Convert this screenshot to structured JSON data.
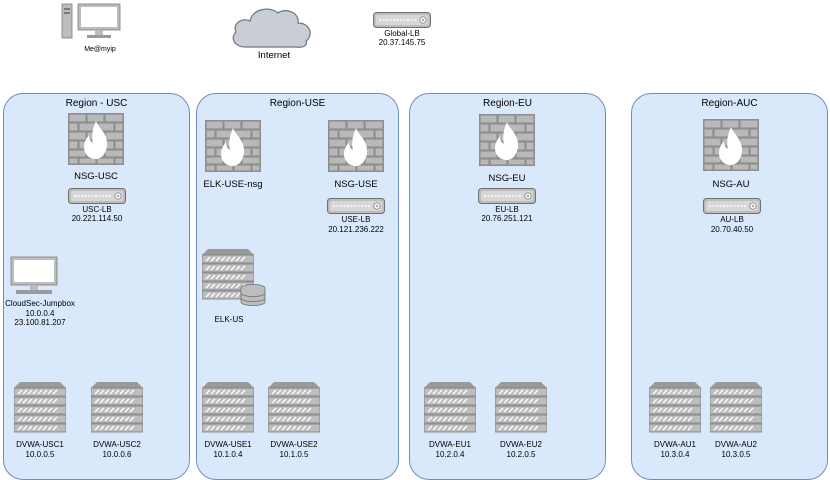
{
  "top": {
    "workstation_label": "Me@myip",
    "internet_label": "Internet",
    "global_lb_name": "Global-LB",
    "global_lb_ip": "20.37.145.75"
  },
  "regions": [
    {
      "title": "Region - USC",
      "firewalls": [
        {
          "name": "NSG-USC"
        }
      ],
      "lb": {
        "name": "USC-LB",
        "ip": "20.221.114.50"
      },
      "jumpbox": {
        "name": "CloudSec-Jumpbox",
        "ip1": "10.0.0.4",
        "ip2": "23.100.81.207"
      },
      "servers": [
        {
          "name": "DVWA-USC1",
          "ip": "10.0.0.5"
        },
        {
          "name": "DVWA-USC2",
          "ip": "10.0.0.6"
        }
      ]
    },
    {
      "title": "Region-USE",
      "firewalls": [
        {
          "name": "ELK-USE-nsg"
        },
        {
          "name": "NSG-USE"
        }
      ],
      "lb": {
        "name": "USE-LB",
        "ip": "20.121.236.222"
      },
      "elk": {
        "name": "ELK-US"
      },
      "servers": [
        {
          "name": "DVWA-USE1",
          "ip": "10.1.0.4"
        },
        {
          "name": "DVWA-USE2",
          "ip": "10.1.0.5"
        }
      ]
    },
    {
      "title": "Region-EU",
      "firewalls": [
        {
          "name": "NSG-EU"
        }
      ],
      "lb": {
        "name": "EU-LB",
        "ip": "20.76.251.121"
      },
      "servers": [
        {
          "name": "DVWA-EU1",
          "ip": "10.2.0.4"
        },
        {
          "name": "DVWA-EU2",
          "ip": "10.2.0.5"
        }
      ]
    },
    {
      "title": "Region-AUC",
      "firewalls": [
        {
          "name": "NSG-AU"
        }
      ],
      "lb": {
        "name": "AU-LB",
        "ip": "20.70.40.50"
      },
      "servers": [
        {
          "name": "DVWA-AU1",
          "ip": "10.3.0.4"
        },
        {
          "name": "DVWA-AU2",
          "ip": "10.3.0.5"
        }
      ]
    }
  ],
  "colors": {
    "region_fill": "#dae8fc",
    "region_border": "#6c8ebf",
    "device_fill": "#bebebe",
    "device_dark": "#7a7a7a",
    "flame": "#ffffff",
    "cloud_fill": "#c9ced4"
  },
  "icons": [
    "workstation-icon",
    "cloud-icon",
    "load-balancer-icon",
    "firewall-icon",
    "server-icon",
    "database-icon"
  ]
}
